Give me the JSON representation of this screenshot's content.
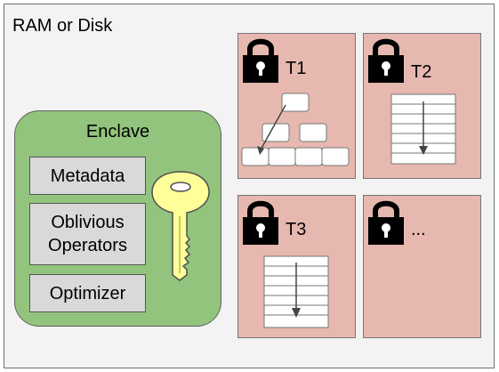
{
  "container": {
    "title": "RAM or Disk"
  },
  "enclave": {
    "title": "Enclave",
    "modules": [
      {
        "label": "Metadata"
      },
      {
        "label": "Oblivious\nOperators"
      },
      {
        "label": "Optimizer"
      }
    ],
    "key_icon": "key-icon"
  },
  "tables": [
    {
      "label": "T1",
      "structure": "tree-index",
      "icon": "lock-icon"
    },
    {
      "label": "T2",
      "structure": "sequential-scan",
      "icon": "lock-icon"
    },
    {
      "label": "T3",
      "structure": "sequential-scan",
      "icon": "lock-icon"
    },
    {
      "label": "...",
      "structure": "none",
      "icon": "lock-icon"
    }
  ],
  "colors": {
    "background": "#f3f3f3",
    "enclave": "#93c47d",
    "module": "#d9d9d9",
    "table": "#e6b8af",
    "key": "#ffff99"
  }
}
